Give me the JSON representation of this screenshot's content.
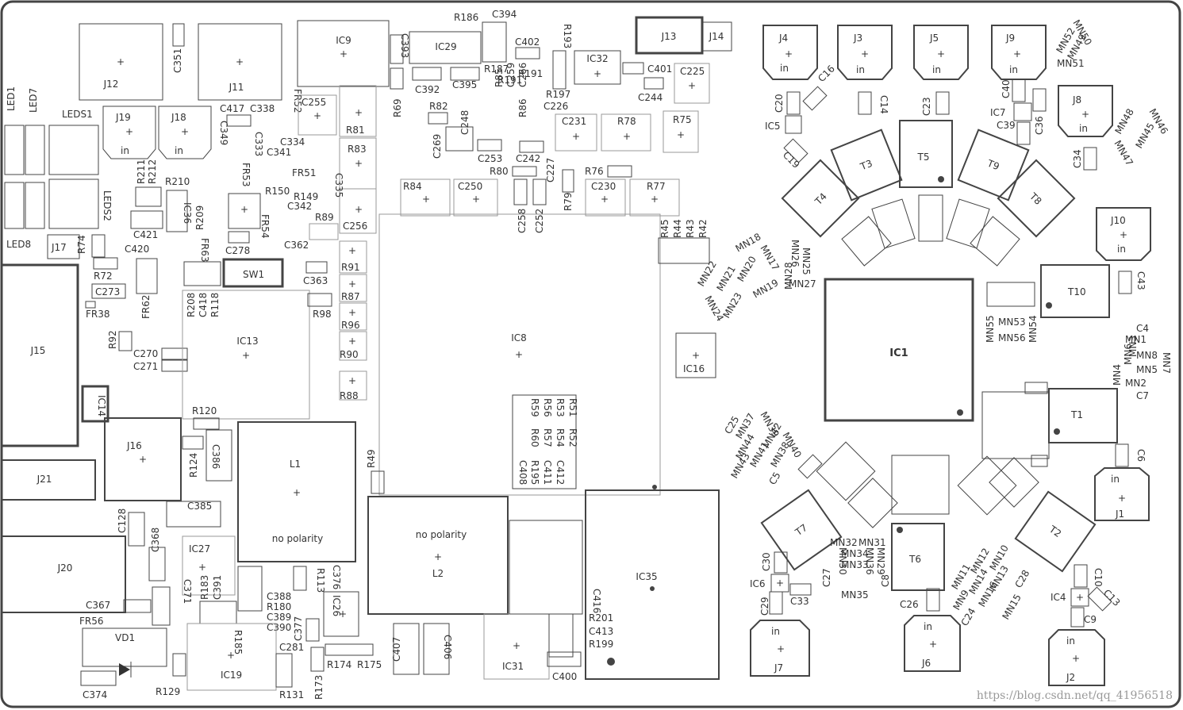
{
  "watermark": "https://blog.csdn.net/qq_41956518",
  "symbols": {
    "plus": "+",
    "in": "in",
    "no_polarity": "no polarity"
  },
  "components": {
    "J12": "J12",
    "J11": "J11",
    "C351": "C351",
    "IC9": "IC9",
    "C393": "C393",
    "R186": "R186",
    "C394": "C394",
    "IC29": "IC29",
    "J13": "J13",
    "J14": "J14",
    "C402": "C402",
    "R193": "R193",
    "IC32": "IC32",
    "C401": "C401",
    "C225": "C225",
    "C244": "C244",
    "R187": "R187",
    "R191": "R191",
    "C392": "C392",
    "C395": "C395",
    "R69": "R69",
    "FR52": "FR52",
    "R81": "R81",
    "R83": "R83",
    "R82": "R82",
    "R85": "R85",
    "C259": "C259",
    "R86": "R86",
    "C266": "C266",
    "R197": "R197",
    "C226": "C226",
    "C248": "C248",
    "C269": "C269",
    "C253": "C253",
    "C231": "C231",
    "R78": "R78",
    "R75": "R75",
    "C242": "C242",
    "C227": "C227",
    "R80": "R80",
    "R76": "R76",
    "R84": "R84",
    "C250": "C250",
    "C258": "C258",
    "C252": "C252",
    "R79": "R79",
    "C230": "C230",
    "R77": "R77",
    "C256": "C256",
    "LED1": "LED1",
    "LED7": "LED7",
    "LEDS1": "LEDS1",
    "LEDS2": "LEDS2",
    "LED8": "LED8",
    "J19": "J19",
    "J18": "J18",
    "C417": "C417",
    "C338": "C338",
    "C255": "C255",
    "C349": "C349",
    "C333": "C333",
    "C334": "C334",
    "C341": "C341",
    "R211": "R211",
    "R212": "R212",
    "R210": "R210",
    "FR53": "FR53",
    "FR51": "FR51",
    "C335": "C335",
    "R150": "R150",
    "R149": "R149",
    "C342": "C342",
    "R209": "R209",
    "IC36": "IC36",
    "C421": "C421",
    "FR63": "FR63",
    "FR54": "FR54",
    "R89": "R89",
    "C278": "C278",
    "C362": "C362",
    "J17": "J17",
    "R74": "R74",
    "C420": "C420",
    "SW1": "SW1",
    "R72": "R72",
    "C273": "C273",
    "FR62": "FR62",
    "FR38": "FR38",
    "R208": "R208",
    "C418": "C418",
    "R118": "R118",
    "C363": "C363",
    "R91": "R91",
    "R87": "R87",
    "R98": "R98",
    "R96": "R96",
    "R90": "R90",
    "R88": "R88",
    "J15": "J15",
    "R92": "R92",
    "C270": "C270",
    "C271": "C271",
    "IC13": "IC13",
    "IC8": "IC8",
    "IC14": "IC14",
    "R120": "R120",
    "J16": "J16",
    "R124": "R124",
    "C386": "C386",
    "L1": "L1",
    "R49": "R49",
    "J21": "J21",
    "C385": "C385",
    "C128": "C128",
    "C368": "C368",
    "IC27": "IC27",
    "J20": "J20",
    "C371": "C371",
    "R183": "R183",
    "C391": "C391",
    "C388": "C388",
    "R180": "R180",
    "C389": "C389",
    "C390": "C390",
    "R113": "R113",
    "C376": "C376",
    "IC26": "IC26",
    "C367": "C367",
    "FR56": "FR56",
    "VD1": "VD1",
    "R185": "R185",
    "IC19": "IC19",
    "C377": "C377",
    "C281": "C281",
    "R174": "R174",
    "R175": "R175",
    "R173": "R173",
    "R131": "R131",
    "R129": "R129",
    "C374": "C374",
    "L2": "L2",
    "C407": "C407",
    "C406": "C406",
    "IC31": "IC31",
    "C400": "C400",
    "R199": "R199",
    "C413": "C413",
    "R201": "R201",
    "C416": "C416",
    "IC35": "IC35",
    "IC16": "IC16",
    "R45": "R45",
    "R44": "R44",
    "R43": "R43",
    "R42": "R42",
    "R59": "R59",
    "R56": "R56",
    "R53": "R53",
    "R51": "R51",
    "R60": "R60",
    "R57": "R57",
    "R54": "R54",
    "R52": "R52",
    "C408": "C408",
    "R195": "R195",
    "C411": "C411",
    "C412": "C412",
    "J4": "J4",
    "J3": "J3",
    "J5": "J5",
    "J9": "J9",
    "MN50": "MN50",
    "MN52": "MN52",
    "MN49": "MN49",
    "MN51": "MN51",
    "C20": "C20",
    "C16": "C16",
    "C14": "C14",
    "C23": "C23",
    "C40": "C40",
    "IC7": "IC7",
    "C36": "C36",
    "C39": "C39",
    "J8": "J8",
    "IC5": "IC5",
    "MN48": "MN48",
    "MN46": "MN46",
    "MN47": "MN47",
    "MN45": "MN45",
    "C19": "C19",
    "T3": "T3",
    "T5": "T5",
    "T9": "T9",
    "T4": "T4",
    "T8": "T8",
    "C34": "C34",
    "J10": "J10",
    "MN26": "MN26",
    "MN25": "MN25",
    "MN28": "MN28",
    "MN27": "MN27",
    "MN18": "MN18",
    "MN17": "MN17",
    "MN20": "MN20",
    "MN19": "MN19",
    "MN22": "MN22",
    "MN21": "MN21",
    "MN24": "MN24",
    "MN23": "MN23",
    "IC1": "IC1",
    "T10": "T10",
    "C43": "C43",
    "MN55": "MN55",
    "MN53": "MN53",
    "MN56": "MN56",
    "MN54": "MN54",
    "C4": "C4",
    "MN1": "MN1",
    "MN3": "MN3",
    "MN4": "MN4",
    "MN6": "MN6",
    "MN8": "MN8",
    "MN5": "MN5",
    "MN7": "MN7",
    "MN2": "MN2",
    "C7": "C7",
    "T1": "T1",
    "C6": "C6",
    "J1": "J1",
    "C25": "C25",
    "MN39": "MN39",
    "MN37": "MN37",
    "MN40": "MN40",
    "MN44": "MN44",
    "MN42": "MN42",
    "MN41": "MN41",
    "MN38": "MN38",
    "MN43": "MN43",
    "C5": "C5",
    "T7": "T7",
    "T6": "T6",
    "T2": "T2",
    "MN32": "MN32",
    "MN31": "MN31",
    "MN30": "MN30",
    "MN34": "MN34",
    "MN33": "MN33",
    "MN36": "MN36",
    "MN29": "MN29",
    "C27": "C27",
    "MN35": "MN35",
    "C8": "C8",
    "C30": "C30",
    "IC6": "IC6",
    "C29": "C29",
    "C33": "C33",
    "C26": "C26",
    "J7": "J7",
    "J6": "J6",
    "MN11": "MN11",
    "MN12": "MN12",
    "MN10": "MN10",
    "MN9": "MN9",
    "MN14": "MN14",
    "MN13": "MN13",
    "MN16": "MN16",
    "MN15": "MN15",
    "C24": "C24",
    "C28": "C28",
    "C10": "C10",
    "IC4": "IC4",
    "C13": "C13",
    "C9": "C9",
    "J2": "J2"
  }
}
